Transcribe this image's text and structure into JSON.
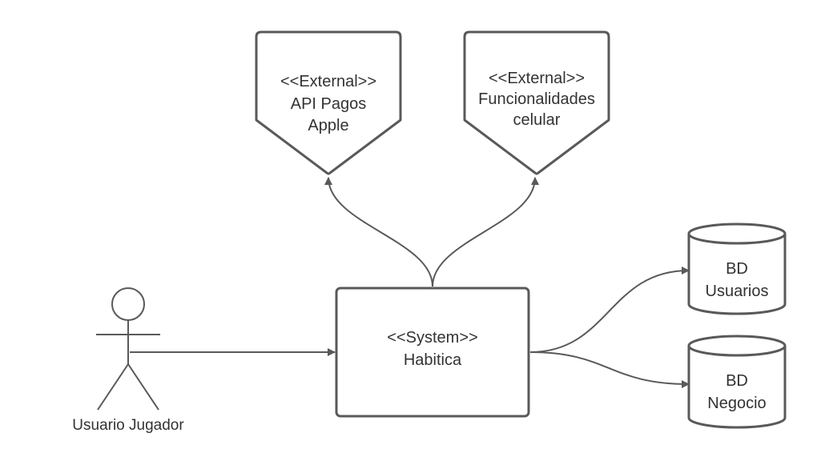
{
  "colors": {
    "stroke": "#595959",
    "text": "#333333",
    "fill": "#ffffff"
  },
  "actor": {
    "label": "Usuario Jugador"
  },
  "system": {
    "stereotype": "<<System>>",
    "name": "Habitica"
  },
  "externals": [
    {
      "stereotype": "<<External>>",
      "line1": "API Pagos",
      "line2": "Apple"
    },
    {
      "stereotype": "<<External>>",
      "line1": "Funcionalidades",
      "line2": "celular"
    }
  ],
  "databases": [
    {
      "line1": "BD",
      "line2": "Usuarios"
    },
    {
      "line1": "BD",
      "line2": "Negocio"
    }
  ]
}
